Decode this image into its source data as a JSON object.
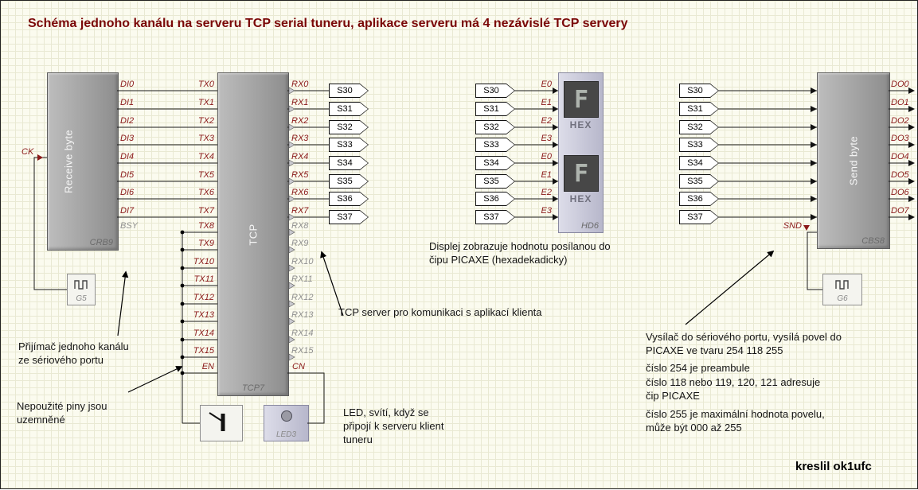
{
  "title": "Schéma jednoho kanálu na serveru TCP serial tuneru, aplikace serveru má 4 nezávislé TCP servery",
  "credit": "kreslil ok1ufc",
  "colors": {
    "title": "#7a0707",
    "pin_label": "#8b1a1a",
    "muted_label": "#909090",
    "wire": "#1a1a1a",
    "block_fill": "#a6a6a6",
    "display_fill": "#474747",
    "canvas_bg": "#fbfbef"
  },
  "blocks": {
    "receive": {
      "name": "Receive byte",
      "ref": "CRB9"
    },
    "tcp": {
      "name": "TCP",
      "ref": "TCP7"
    },
    "send": {
      "name": "Send byte",
      "ref": "CBS8"
    },
    "hex": {
      "ref": "HD6",
      "digit": "F",
      "caption": "HEX"
    },
    "gen_left": {
      "ref": "G5"
    },
    "gen_right": {
      "ref": "G6"
    },
    "led": {
      "ref": "LED3"
    }
  },
  "pins": {
    "di": [
      "DI0",
      "DI1",
      "DI2",
      "DI3",
      "DI4",
      "DI5",
      "DI6",
      "DI7"
    ],
    "tx_low": [
      "TX0",
      "TX1",
      "TX2",
      "TX3",
      "TX4",
      "TX5",
      "TX6",
      "TX7"
    ],
    "tx_high": [
      "TX8",
      "TX9",
      "TX10",
      "TX11",
      "TX12",
      "TX13",
      "TX14",
      "TX15"
    ],
    "rx_low": [
      "RX0",
      "RX1",
      "RX2",
      "RX3",
      "RX4",
      "RX5",
      "RX6",
      "RX7"
    ],
    "rx_high": [
      "RX8",
      "RX9",
      "RX10",
      "RX11",
      "RX12",
      "RX13",
      "RX14",
      "RX15"
    ],
    "dout": [
      "DO0",
      "DO1",
      "DO2",
      "DO3",
      "DO4",
      "DO5",
      "DO6",
      "DO7"
    ],
    "e_top": [
      "E0",
      "E1",
      "E2",
      "E3"
    ],
    "e_bottom": [
      "E0",
      "E1",
      "E2",
      "E3"
    ],
    "bsy": "BSY",
    "ck": "CK",
    "en": "EN",
    "cn": "CN",
    "snd": "SND"
  },
  "tags": [
    "S30",
    "S31",
    "S32",
    "S33",
    "S34",
    "S35",
    "S36",
    "S37"
  ],
  "notes": {
    "display": [
      "Displej zobrazuje hodnotu posílanou do",
      "čipu PICAXE (hexadekadicky)"
    ],
    "tcp_server": [
      "TCP server pro komunikaci s aplikací klienta"
    ],
    "receiver": [
      "Přijímač jednoho kanálu",
      "ze sériového portu"
    ],
    "unused": [
      "Nepoužité piny jsou",
      "uzemněné"
    ],
    "led": [
      "LED, svítí, když se",
      "připojí k serveru klient",
      "tuneru"
    ],
    "transmitter": [
      "Vysílač do sériového portu, vysílá povel do",
      "PICAXE ve tvaru 254 118 255"
    ],
    "preamble": [
      "číslo 254 je preambule"
    ],
    "address": [
      "číslo 118 nebo 119, 120, 121 adresuje",
      "čip PICAXE"
    ],
    "maxvalue": [
      "číslo 255 je maximální hodnota povelu,",
      "může být 000 až 255"
    ]
  }
}
